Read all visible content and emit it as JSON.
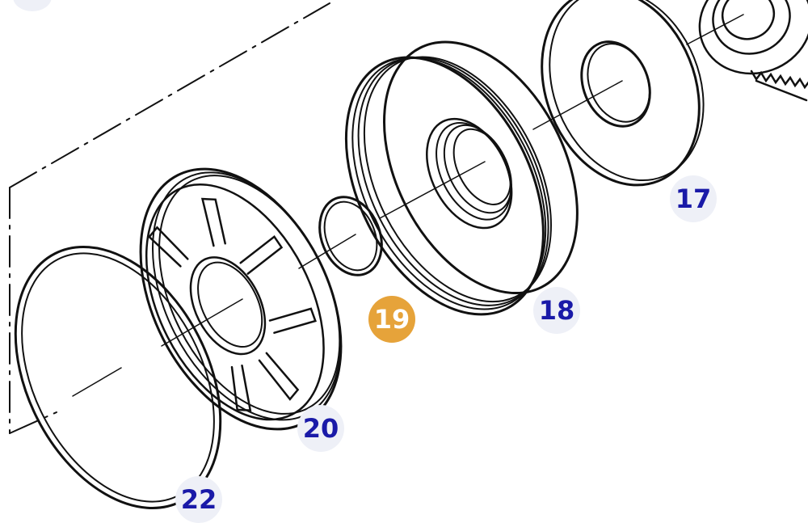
{
  "diagram": {
    "callouts": [
      {
        "id": "c17",
        "label": "17",
        "state": "normal"
      },
      {
        "id": "c18",
        "label": "18",
        "state": "normal"
      },
      {
        "id": "c19",
        "label": "19",
        "state": "active"
      },
      {
        "id": "c20",
        "label": "20",
        "state": "normal"
      },
      {
        "id": "c22",
        "label": "22",
        "state": "normal"
      }
    ]
  },
  "colors": {
    "line": "#111111",
    "callout_text": "#1a1aa8",
    "callout_bg": "#eef0f7",
    "highlight_bg": "#e6a33a",
    "highlight_text": "#ffffff"
  }
}
